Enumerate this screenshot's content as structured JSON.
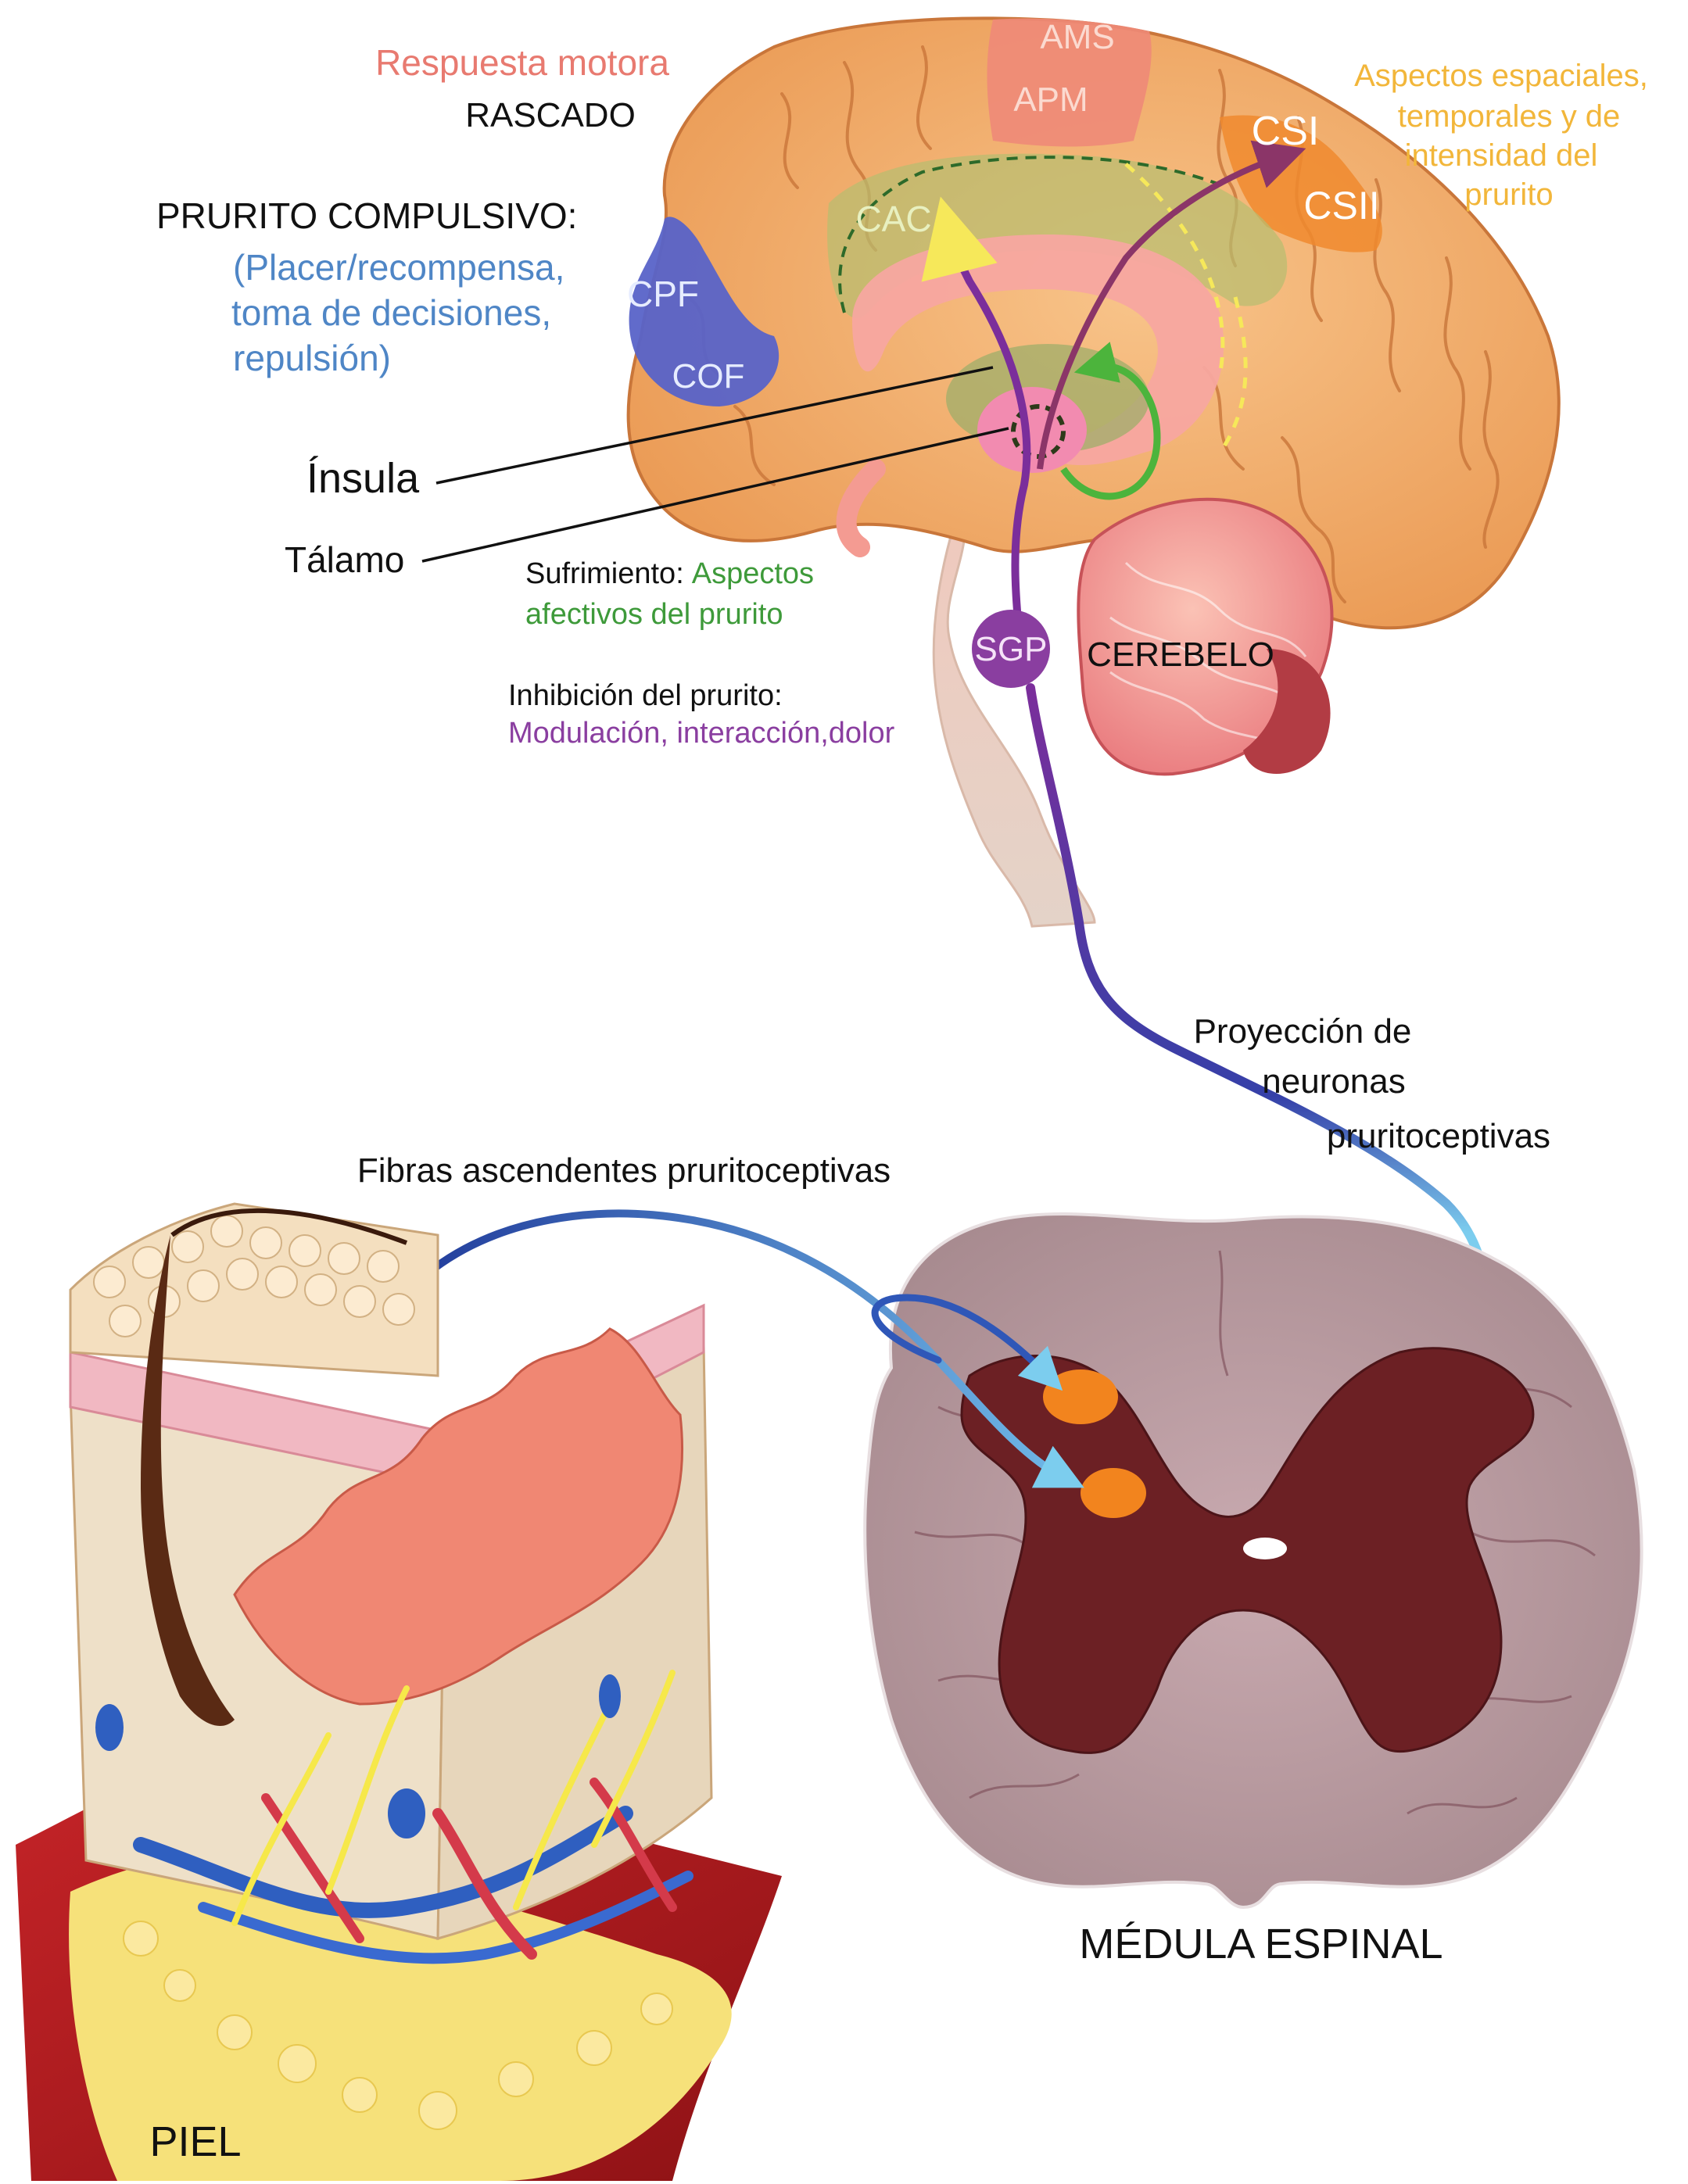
{
  "brain": {
    "motor_response": "Respuesta motora",
    "scratching": "RASCADO",
    "compulsive_title": "PRURITO COMPULSIVO:",
    "compulsive_desc": [
      "(Placer/recompensa,",
      "toma de decisiones,",
      "repulsión)"
    ],
    "spatial_desc": [
      "Aspectos espaciales,",
      "temporales y de",
      "intensidad del",
      "prurito"
    ],
    "regions": {
      "ams": "AMS",
      "apm": "APM",
      "csi": "CSI",
      "csii": "CSII",
      "cac": "CAC",
      "cpf": "CPF",
      "cof": "COF",
      "sgp": "SGP",
      "cerebellum": "CEREBELO"
    },
    "insula": "Ínsula",
    "thalamus": "Tálamo",
    "suffering_label": "Sufrimiento:",
    "suffering_highlight": "Aspectos",
    "suffering_line2": "afectivos del prurito",
    "inhibition_title": "Inhibición del prurito:",
    "inhibition_desc": "Modulación, interacción,dolor"
  },
  "pathway": {
    "projection": [
      "Proyección de",
      "neuronas",
      "pruritoceptivas"
    ],
    "ascending": "Fibras ascendentes pruritoceptivas"
  },
  "labels": {
    "spinal_cord": "MÉDULA ESPINAL",
    "skin": "PIEL"
  },
  "colors": {
    "motor": "#e87a70",
    "reward": "#4f86c6",
    "spatial": "#f2b63a",
    "affective": "#3e9a3a",
    "inhibition": "#8a3ea0",
    "brain_cortex": "#f2a760",
    "projection_fiber": "#7ccdee",
    "ascending_fiber": "#2f57b8"
  }
}
